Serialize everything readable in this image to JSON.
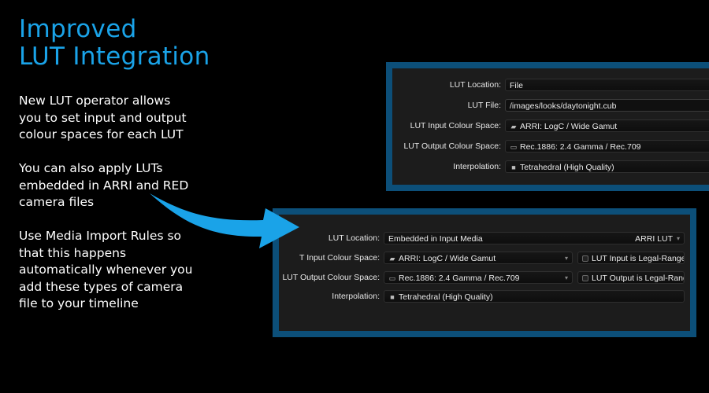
{
  "title": {
    "line1": "Improved",
    "line2": "LUT Integration"
  },
  "paragraphs": {
    "p1": [
      "New LUT operator allows",
      "you to set input and output",
      "colour spaces for each LUT"
    ],
    "p2": [
      "You can also apply LUTs",
      "embedded in ARRI and RED",
      "camera files"
    ],
    "p3": [
      "Use Media Import Rules so",
      "that this happens",
      "automatically whenever you",
      "add these types of camera",
      "file to your timeline"
    ]
  },
  "panel_top": {
    "lut_location": {
      "label": "LUT Location:",
      "value": "File"
    },
    "lut_file": {
      "label": "LUT File:",
      "value": "/images/looks/daytonight.cub"
    },
    "input_cs": {
      "label": "LUT Input Colour Space:",
      "value": "ARRI: LogC / Wide Gamut",
      "icon": "camera-icon"
    },
    "output_cs": {
      "label": "LUT Output Colour Space:",
      "value": "Rec.1886: 2.4 Gamma / Rec.709",
      "icon": "monitor-icon"
    },
    "interpolation": {
      "label": "Interpolation:",
      "value": "Tetrahedral (High Quality)",
      "icon": "cube-icon"
    }
  },
  "panel_bottom": {
    "lut_location": {
      "label": "LUT Location:",
      "value": "Embedded in Input Media",
      "right": "ARRI LUT"
    },
    "input_cs": {
      "label": "T Input Colour Space:",
      "value": "ARRI: LogC / Wide Gamut",
      "check": "LUT Input is Legal-Range",
      "icon": "camera-icon"
    },
    "output_cs": {
      "label": "LUT Output Colour Space:",
      "value": "Rec.1886: 2.4 Gamma / Rec.709",
      "check": "LUT Output is Legal-Range",
      "icon": "monitor-icon"
    },
    "interpolation": {
      "label": "Interpolation:",
      "value": "Tetrahedral (High Quality)",
      "icon": "cube-icon"
    }
  },
  "colors": {
    "accent": "#1aa3e8",
    "panel_border": "#0c4f79",
    "panel_bg": "#1c1c1c"
  }
}
